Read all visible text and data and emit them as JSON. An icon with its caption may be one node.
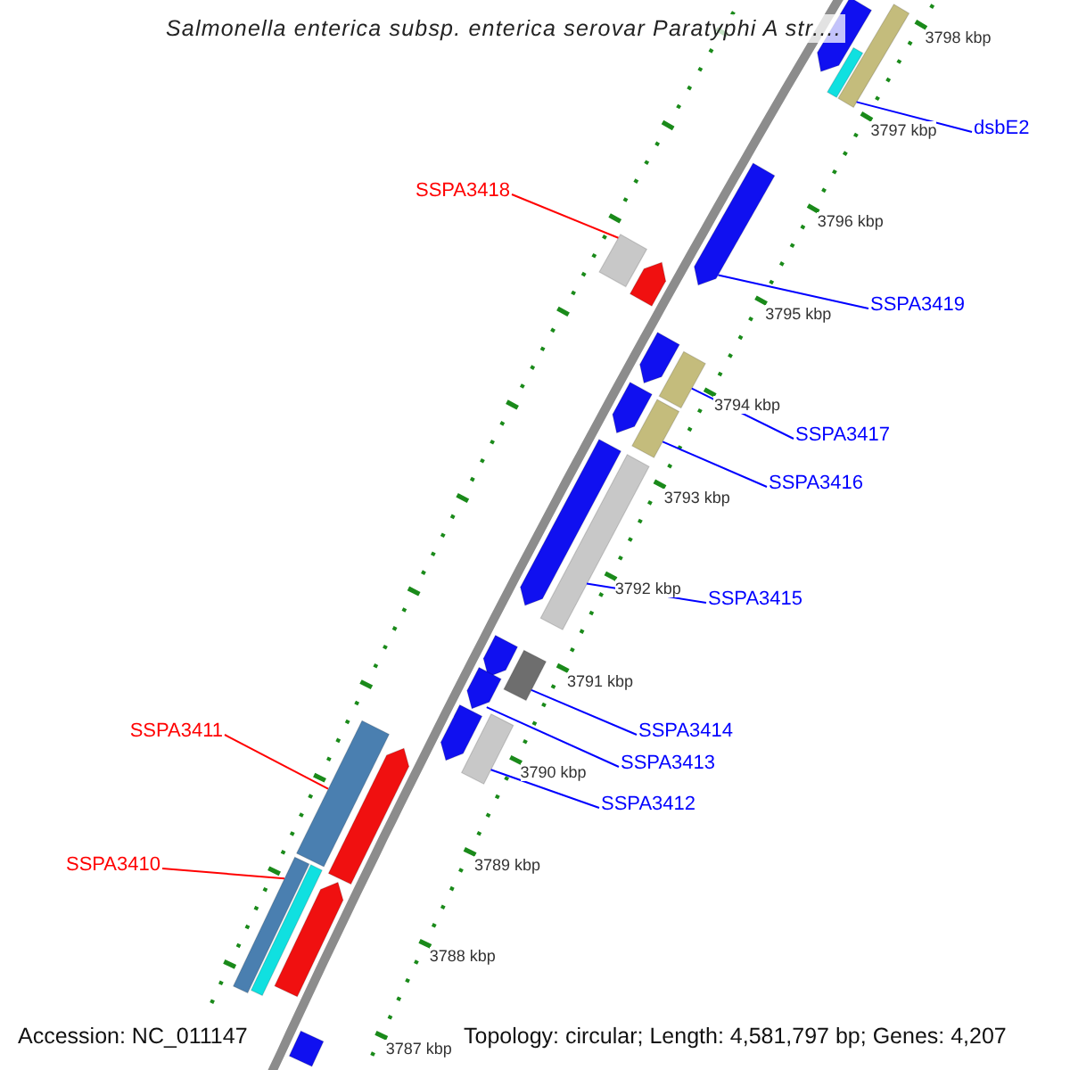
{
  "diagram": {
    "title": "Salmonella enterica subsp. enterica serovar Paratyphi A str....",
    "nodes": [
      {
        "text": [
          "dsbE2"
        ]
      },
      {
        "text": [
          "SSPA3418"
        ]
      },
      {
        "text": [
          "SSPA3419"
        ]
      },
      {
        "text": [
          "SSPA3417"
        ]
      },
      {
        "text": [
          "SSPA3416"
        ]
      },
      {
        "text": [
          "SSPA3415"
        ]
      },
      {
        "text": [
          "SSPA3414"
        ]
      },
      {
        "text": [
          "SSPA3413"
        ]
      },
      {
        "text": [
          "SSPA3412"
        ]
      },
      {
        "text": [
          "SSPA3411"
        ]
      },
      {
        "text": [
          "SSPA3410"
        ]
      },
      {
        "text": [],
        "shape": "arrow"
      },
      {
        "text": [],
        "shape": "bar"
      },
      {
        "text": [],
        "shape": "bar"
      },
      {
        "text": [],
        "shape": "arrow"
      },
      {
        "text": [],
        "shape": "bar"
      },
      {
        "text": [],
        "shape": "arrow"
      },
      {
        "text": [],
        "shape": "arrow"
      },
      {
        "text": [],
        "shape": "bar"
      },
      {
        "text": [],
        "shape": "arrow"
      },
      {
        "text": [],
        "shape": "bar"
      },
      {
        "text": [],
        "shape": "arrow"
      },
      {
        "text": [],
        "shape": "bar"
      },
      {
        "text": [],
        "shape": "arrow"
      },
      {
        "text": [],
        "shape": "bar"
      },
      {
        "text": [],
        "shape": "arrow"
      },
      {
        "text": [],
        "shape": "arrow"
      },
      {
        "text": [],
        "shape": "bar"
      },
      {
        "text": [],
        "shape": "bar"
      },
      {
        "text": [],
        "shape": "arrow"
      },
      {
        "text": [],
        "shape": "bar"
      },
      {
        "text": [],
        "shape": "bar"
      },
      {
        "text": [],
        "shape": "arrow"
      },
      {
        "text": [],
        "shape": "bar"
      }
    ],
    "edges": [
      {
        "from": 0,
        "to": 12,
        "arrow": "none"
      },
      {
        "from": 1,
        "to": 15,
        "arrow": "none",
        "color": "#ff0000"
      },
      {
        "from": 2,
        "to": 14,
        "arrow": "none"
      },
      {
        "from": 3,
        "to": 18,
        "arrow": "none"
      },
      {
        "from": 4,
        "to": 20,
        "arrow": "none"
      },
      {
        "from": 5,
        "to": 22,
        "arrow": "none"
      },
      {
        "from": 6,
        "to": 24,
        "arrow": "none"
      },
      {
        "from": 7,
        "to": 25,
        "arrow": "none"
      },
      {
        "from": 8,
        "to": 27,
        "arrow": "none"
      },
      {
        "from": 9,
        "to": 28,
        "arrow": "none",
        "color": "#ff0000"
      },
      {
        "from": 10,
        "to": 30,
        "arrow": "none",
        "color": "#ff0000"
      }
    ],
    "labels": [
      "3798 kbp",
      "3797 kbp",
      "3796 kbp",
      "3795 kbp",
      "3794 kbp",
      "3793 kbp",
      "3792 kbp",
      "3791 kbp",
      "3790 kbp",
      "3789 kbp",
      "3788 kbp",
      "3787 kbp",
      "Accession: NC_011147",
      "Topology: circular; Length: 4,581,797 bp; Genes: 4,207"
    ]
  }
}
